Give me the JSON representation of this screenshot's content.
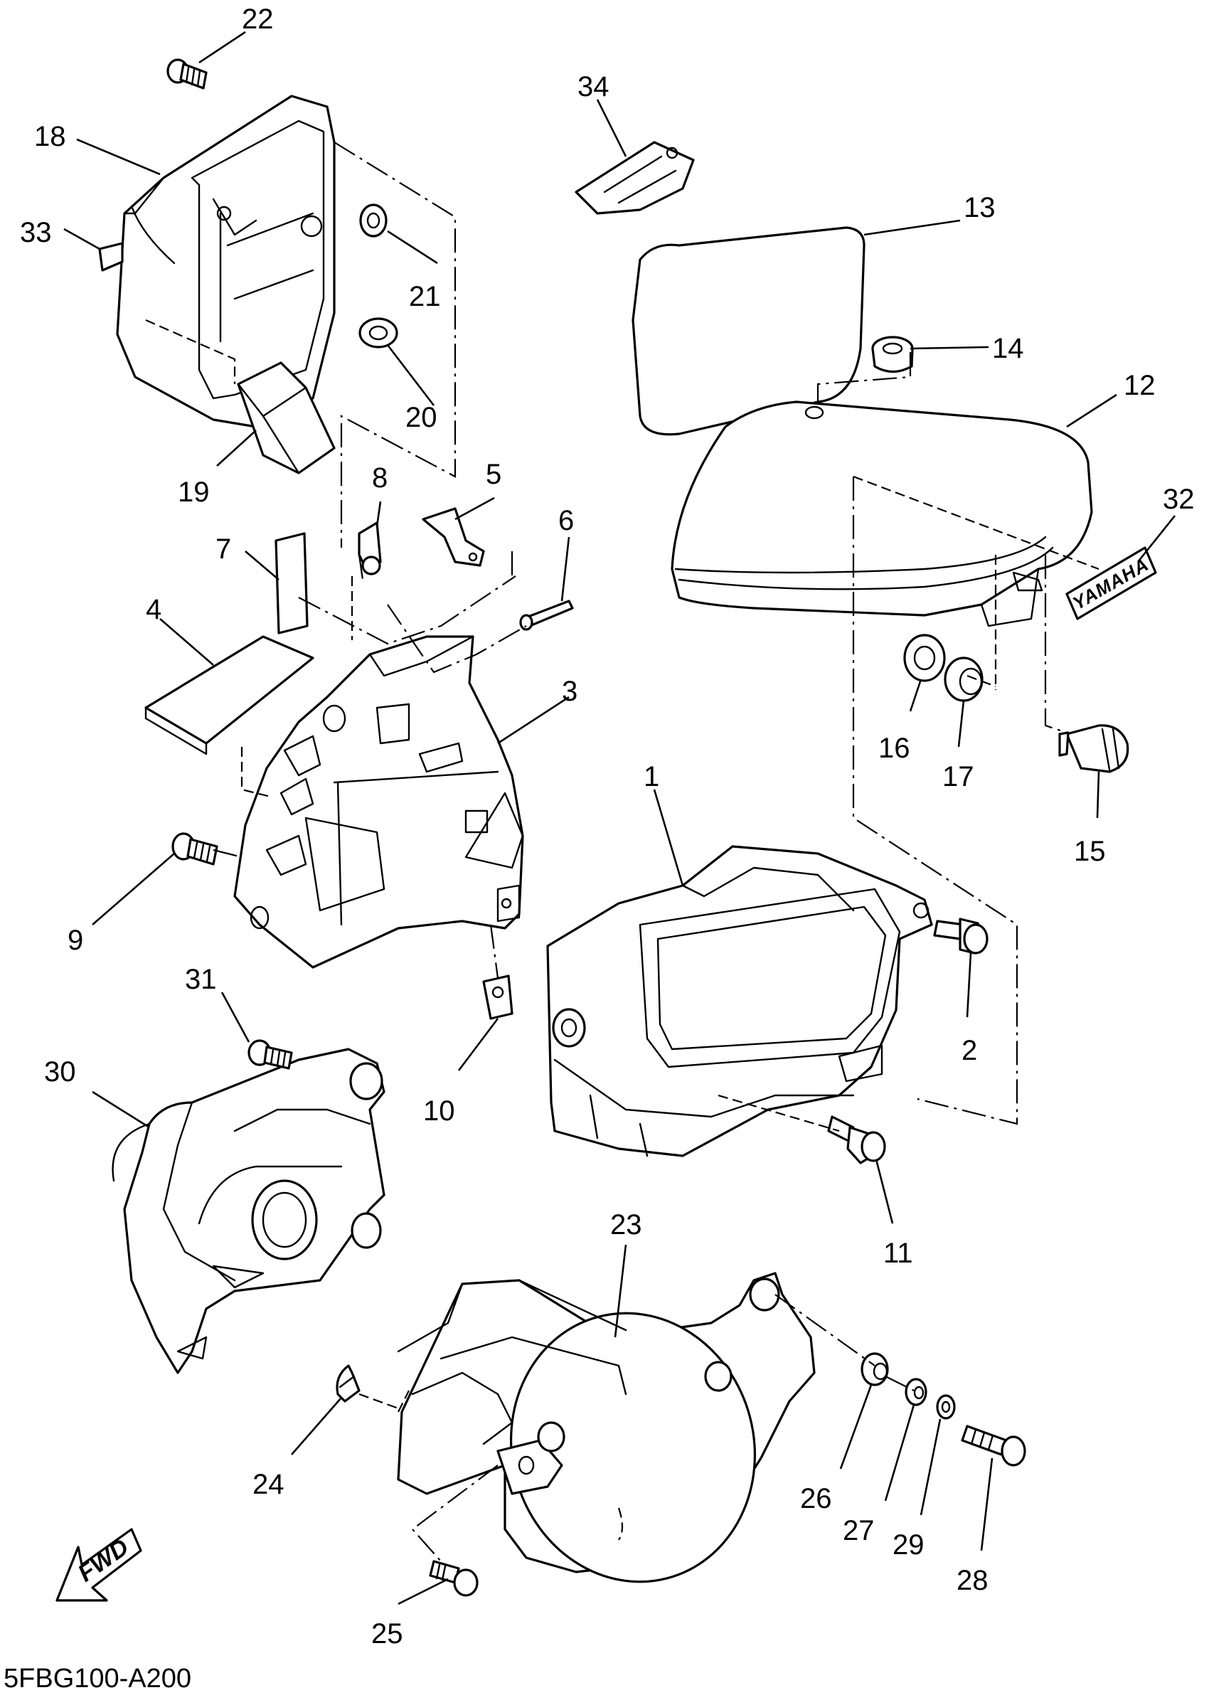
{
  "diagram": {
    "code": "5FBG100-A200",
    "fwd_label": "FWD",
    "brand_text": "YAMAHA",
    "callouts": {
      "c1": "1",
      "c2": "2",
      "c3": "3",
      "c4": "4",
      "c5": "5",
      "c6": "6",
      "c7": "7",
      "c8": "8",
      "c9": "9",
      "c10": "10",
      "c11": "11",
      "c12": "12",
      "c13": "13",
      "c14": "14",
      "c15": "15",
      "c16": "16",
      "c17": "17",
      "c18": "18",
      "c19": "19",
      "c20": "20",
      "c21": "21",
      "c22": "22",
      "c23": "23",
      "c24": "24",
      "c25": "25",
      "c26": "26",
      "c27": "27",
      "c28": "28",
      "c29": "29",
      "c30": "30",
      "c31": "31",
      "c32": "32",
      "c33": "33",
      "c34": "34"
    },
    "colors": {
      "ink": "#000000",
      "paper": "#ffffff"
    }
  }
}
